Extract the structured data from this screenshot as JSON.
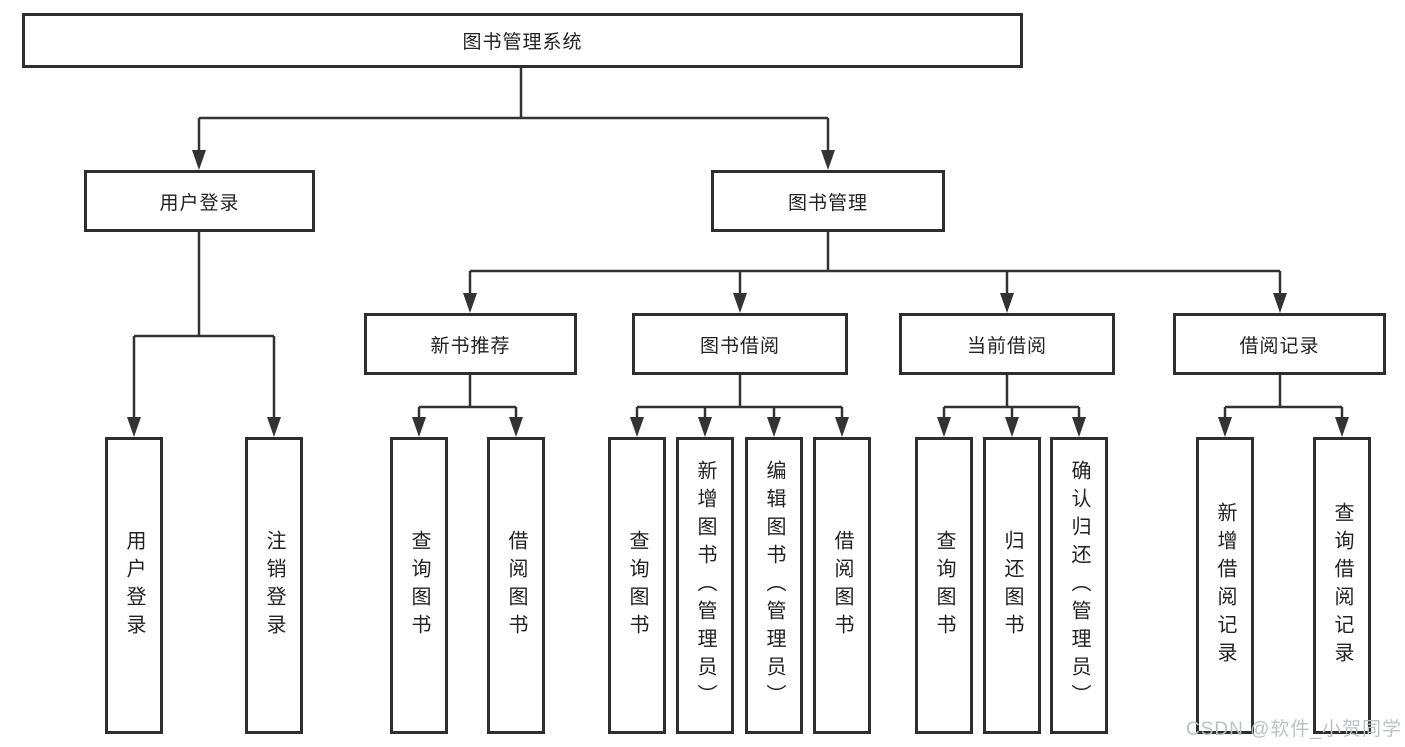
{
  "diagram": {
    "root": {
      "label": "图书管理系统"
    },
    "level2": [
      {
        "label": "用户登录"
      },
      {
        "label": "图书管理"
      }
    ],
    "level3": [
      {
        "label": "新书推荐"
      },
      {
        "label": "图书借阅"
      },
      {
        "label": "当前借阅"
      },
      {
        "label": "借阅记录"
      }
    ],
    "leaves_login": [
      {
        "label": "用户登录"
      },
      {
        "label": "注销登录"
      }
    ],
    "leaves_recommend": [
      {
        "label": "查询图书"
      },
      {
        "label": "借阅图书"
      }
    ],
    "leaves_borrow": [
      {
        "label": "查询图书"
      },
      {
        "label": "新增图书（管理员）"
      },
      {
        "label": "编辑图书（管理员）"
      },
      {
        "label": "借阅图书"
      }
    ],
    "leaves_current": [
      {
        "label": "查询图书"
      },
      {
        "label": "归还图书"
      },
      {
        "label": "确认归还（管理员）"
      }
    ],
    "leaves_records": [
      {
        "label": "新增借阅记录"
      },
      {
        "label": "查询借阅记录"
      }
    ],
    "watermark": "CSDN @软件_小贺同学",
    "colors": {
      "line": "#333333",
      "box_border": "#2e2e2e",
      "text": "#222222",
      "watermark": "#bdc1c5",
      "background": "#ffffff"
    }
  }
}
